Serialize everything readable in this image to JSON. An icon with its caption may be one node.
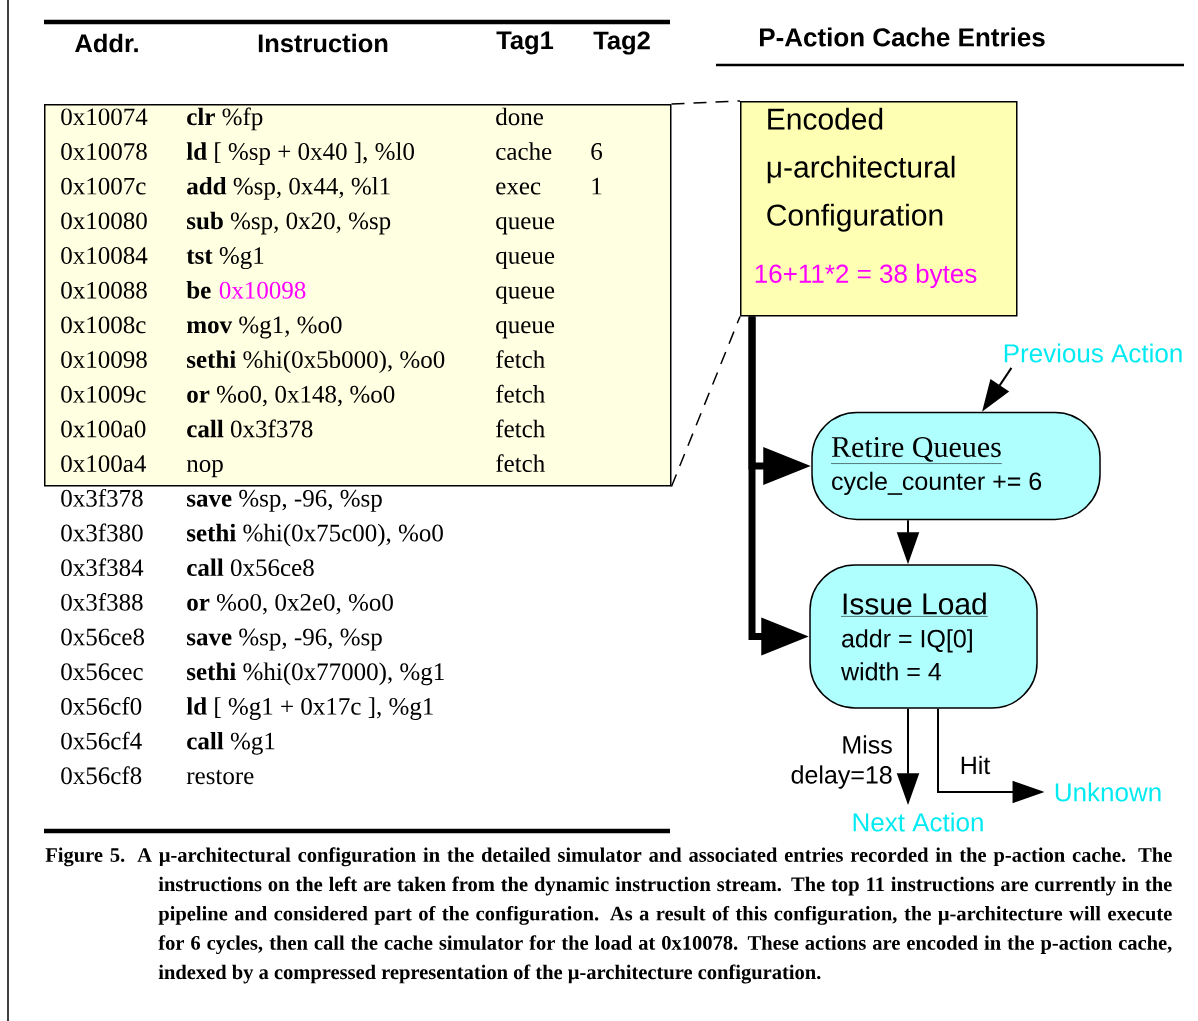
{
  "diagram": {
    "title": "P-Action Cache Entries",
    "caption": "Figure 5. A μ-architectural configuration in the detailed simulator and associated entries recorded in the p-action cache. The instructions on the left are taken from the dynamic instruction stream. The top 11 instructions are currently in the pipeline and considered part of the configuration. As a result of this configuration, the μ-architecture will execute for 6 cycles, then call the cache simulator for the load at 0x10078. These actions are encoded in the p-action cache, indexed by a compressed representation of the μ-architecture configuration.",
    "nodes": [
      {
        "text": [],
        "shape": "box"
      },
      {
        "text": [
          "Encoded μ-architectural Configuration",
          "16+11*2 = 38 bytes"
        ]
      },
      {
        "text": [
          "Previous Action"
        ]
      },
      {
        "text": [
          "Retire Queues",
          "cycle_counter += 6"
        ]
      },
      {
        "text": [
          "Issue Load",
          "addr = IQ[0]",
          "width = 4"
        ]
      },
      {
        "text": [
          "Next Action"
        ]
      },
      {
        "text": [
          "Unknown"
        ]
      }
    ],
    "edges": [
      {
        "from": 0,
        "to": 1,
        "arrow": "none",
        "style": "dashed"
      },
      {
        "from": 1,
        "to": 3,
        "arrow": "to",
        "style": "thick"
      },
      {
        "from": 1,
        "to": 4,
        "arrow": "to",
        "style": "thick"
      },
      {
        "from": 2,
        "to": 3,
        "arrow": "to"
      },
      {
        "from": 3,
        "to": 4,
        "arrow": "to"
      },
      {
        "from": 4,
        "to": 5,
        "arrow": "to",
        "label": "Miss delay=18"
      },
      {
        "from": 4,
        "to": 6,
        "arrow": "to",
        "label": "Hit"
      }
    ],
    "labels": [
      "Addr.",
      "Instruction",
      "Tag1",
      "Tag2",
      "0x10074",
      "**clr** %fp",
      "done",
      "0x10078",
      "**ld** [ %sp + 0x40 ], %l0",
      "cache",
      "6",
      "0x1007c",
      "**add** %sp, 0x44, %l1",
      "exec",
      "1",
      "0x10080",
      "**sub** %sp, 0x20, %sp",
      "queue",
      "0x10084",
      "**tst** %g1",
      "queue",
      "0x10088",
      "be",
      "0x10098",
      "queue",
      "0x1008c",
      "**mov** %g1, %o0",
      "queue",
      "0x10098",
      "**sethi** %hi(0x5b000), %o0",
      "fetch",
      "0x1009c",
      "**or** %o0, 0x148, %o0",
      "fetch",
      "0x100a0",
      "**call** 0x3f378",
      "fetch",
      "0x100a4",
      "nop",
      "fetch",
      "0x3f378",
      "**save** %sp, -96, %sp",
      "0x3f380",
      "**sethi** %hi(0x75c00), %o0",
      "0x3f384",
      "**call** 0x56ce8",
      "0x3f388",
      "**or** %o0, 0x2e0, %o0",
      "0x56ce8",
      "**save** %sp, -96, %sp",
      "0x56cec",
      "**sethi** %hi(0x77000), %g1",
      "0x56cf0",
      "**ld** [ %g1 + 0x17c ], %g1",
      "0x56cf4",
      "**call** %g1",
      "0x56cf8",
      "restore"
    ]
  }
}
